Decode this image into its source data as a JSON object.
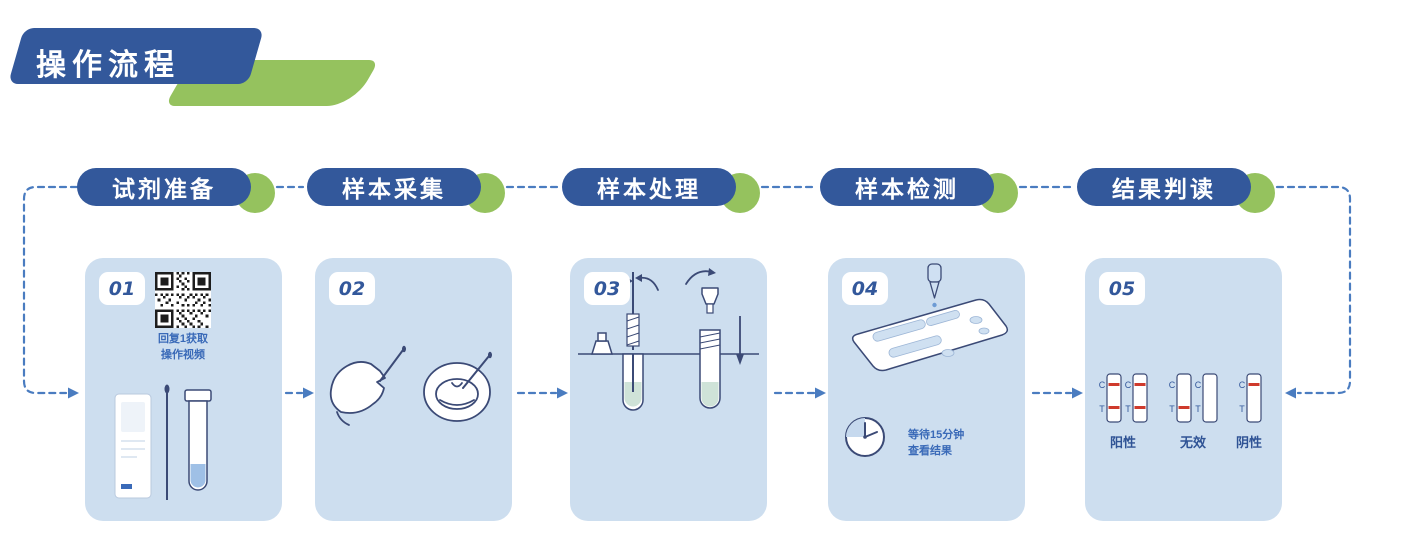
{
  "header": {
    "title": "操作流程"
  },
  "colors": {
    "dark_blue": "#33589B",
    "green": "#95C25E",
    "card_blue": "#CDDEEF",
    "dash_blue": "#4A7CC0",
    "line_navy": "#3B4A76",
    "note_blue": "#3A6AB8",
    "result_red": "#CF3A2C"
  },
  "steps": [
    {
      "number": "01",
      "label": "试剂准备",
      "note_line1": "回复1获取",
      "note_line2": "操作视频"
    },
    {
      "number": "02",
      "label": "样本采集"
    },
    {
      "number": "03",
      "label": "样本处理"
    },
    {
      "number": "04",
      "label": "样本检测",
      "note_line1": "等待15分钟",
      "note_line2": "查看结果"
    },
    {
      "number": "05",
      "label": "结果判读",
      "strip_letter_c": "C",
      "strip_letter_t": "T",
      "strips": [
        {
          "lines": [
            "C",
            "T"
          ]
        },
        {
          "lines": [
            "C",
            "T"
          ]
        },
        {
          "lines": [
            "T"
          ]
        },
        {
          "lines": []
        },
        {
          "lines": [
            "C"
          ]
        }
      ],
      "results": [
        {
          "label": "阳性"
        },
        {
          "label": "无效"
        },
        {
          "label": "阴性"
        }
      ]
    }
  ]
}
